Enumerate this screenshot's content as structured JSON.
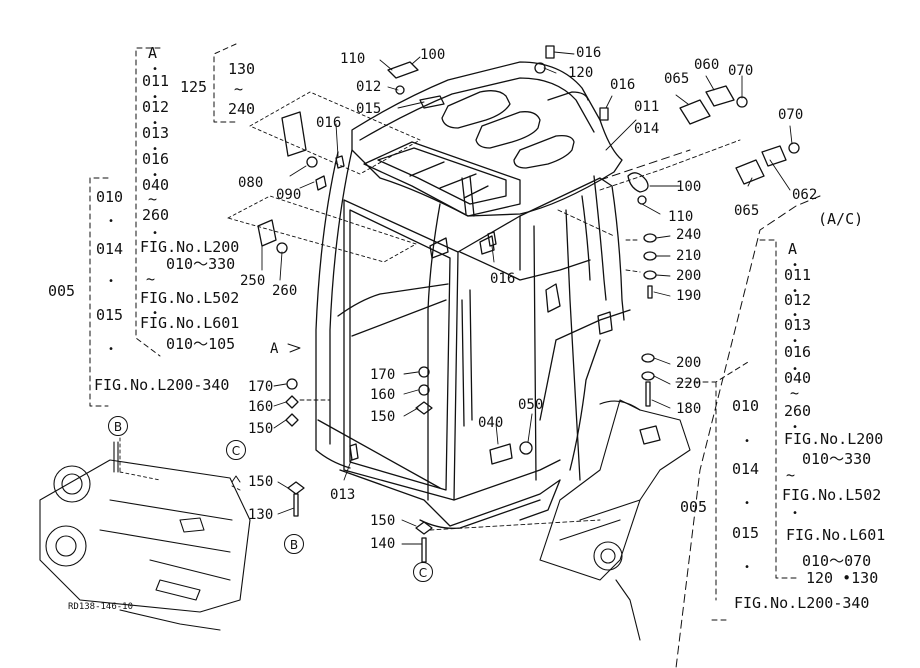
{
  "code": "RD138-146-10",
  "left_group": {
    "range_label": "005",
    "items": [
      "010",
      "014",
      "015",
      "•"
    ],
    "fig": "FIG.No.L200-340"
  },
  "seq_left": {
    "lines": [
      "A",
      "011",
      "012",
      "013",
      "016",
      "040",
      "260"
    ],
    "tilde": "~",
    "fig1": "FIG.No.L200",
    "fig1_range": "010～330",
    "tilde2": "~",
    "fig2": "FIG.No.L502",
    "fig3": "FIG.No.L601",
    "fig3_range": "010～105"
  },
  "bracket_125": {
    "label": "125",
    "top": "130",
    "tilde": "~",
    "bottom": "240"
  },
  "ac_group": {
    "title": "(A/C)",
    "lines": [
      "A",
      "011",
      "012",
      "013",
      "016",
      "040",
      "260"
    ],
    "tilde": "~",
    "fig1": "FIG.No.L200",
    "fig1_range": "010～330",
    "tilde2": "~",
    "fig2": "FIG.No.L502",
    "fig3": "FIG.No.L601",
    "fig3_range_a": "010～070",
    "fig3_range_b": "120 •130"
  },
  "right_group": {
    "range_label": "005",
    "items": [
      "010",
      "014",
      "015",
      "•"
    ],
    "fig": "FIG.No.L200-340"
  },
  "view_refs": {
    "a_label": "A",
    "b": "B",
    "c": "C"
  },
  "part_labels": {
    "p110_top": "110",
    "p100_top": "100",
    "p012": "012",
    "p015": "015",
    "p016_a": "016",
    "p016_top": "016",
    "p120": "120",
    "p016_b": "016",
    "p011": "011",
    "p014": "014",
    "p065_a": "065",
    "p060": "060",
    "p070_a": "070",
    "p070_b": "070",
    "p062": "062",
    "p065_b": "065",
    "p100_mid": "100",
    "p110_mid": "110",
    "p080": "080",
    "p090": "090",
    "p250": "250",
    "p260": "260",
    "p016_c": "016",
    "p240": "240",
    "p210": "210",
    "p200_a": "200",
    "p190": "190",
    "p200_b": "200",
    "p220": "220",
    "p180": "180",
    "p170_a": "170",
    "p160_a": "160",
    "p150_a": "150",
    "p170_b": "170",
    "p160_b": "160",
    "p150_b": "150",
    "p040": "040",
    "p050": "050",
    "p150_c": "150",
    "p130": "130",
    "p013": "013",
    "p150_d": "150",
    "p140": "140"
  }
}
